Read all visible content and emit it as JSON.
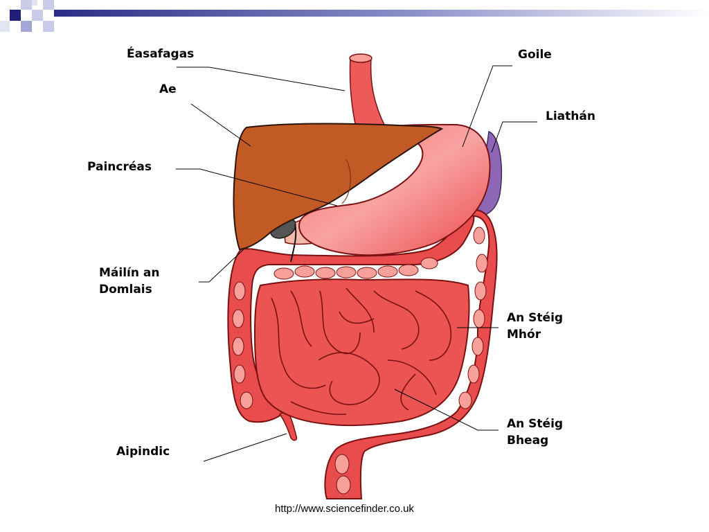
{
  "labels": {
    "esophagus": "Éasafagas",
    "liver": "Ae",
    "pancreas": "Paincréas",
    "gallbladder": [
      "Máilín an",
      "Domlais"
    ],
    "appendix": "Aipindic",
    "stomach": "Goile",
    "spleen": "Liathán",
    "large_intestine": [
      "An Stéig",
      "Mhór"
    ],
    "small_intestine": [
      "An Stéig",
      "Bheag"
    ]
  },
  "source_url": "http://www.sciencefinder.co.uk",
  "colors": {
    "banner_dark": "#1f1f7a",
    "banner_light": "#9fa3d6",
    "liver": "#c25a25",
    "stomach": "#ef4f4f",
    "stomach_highlight": "#f9a7a7",
    "intestine": "#e84c4c",
    "intestine_fold": "#f7a19a",
    "spleen": "#8e66b6",
    "pancreas": "#f5b7a8",
    "gallbladder": "#5b5b5b",
    "outline": "#7a1010"
  }
}
